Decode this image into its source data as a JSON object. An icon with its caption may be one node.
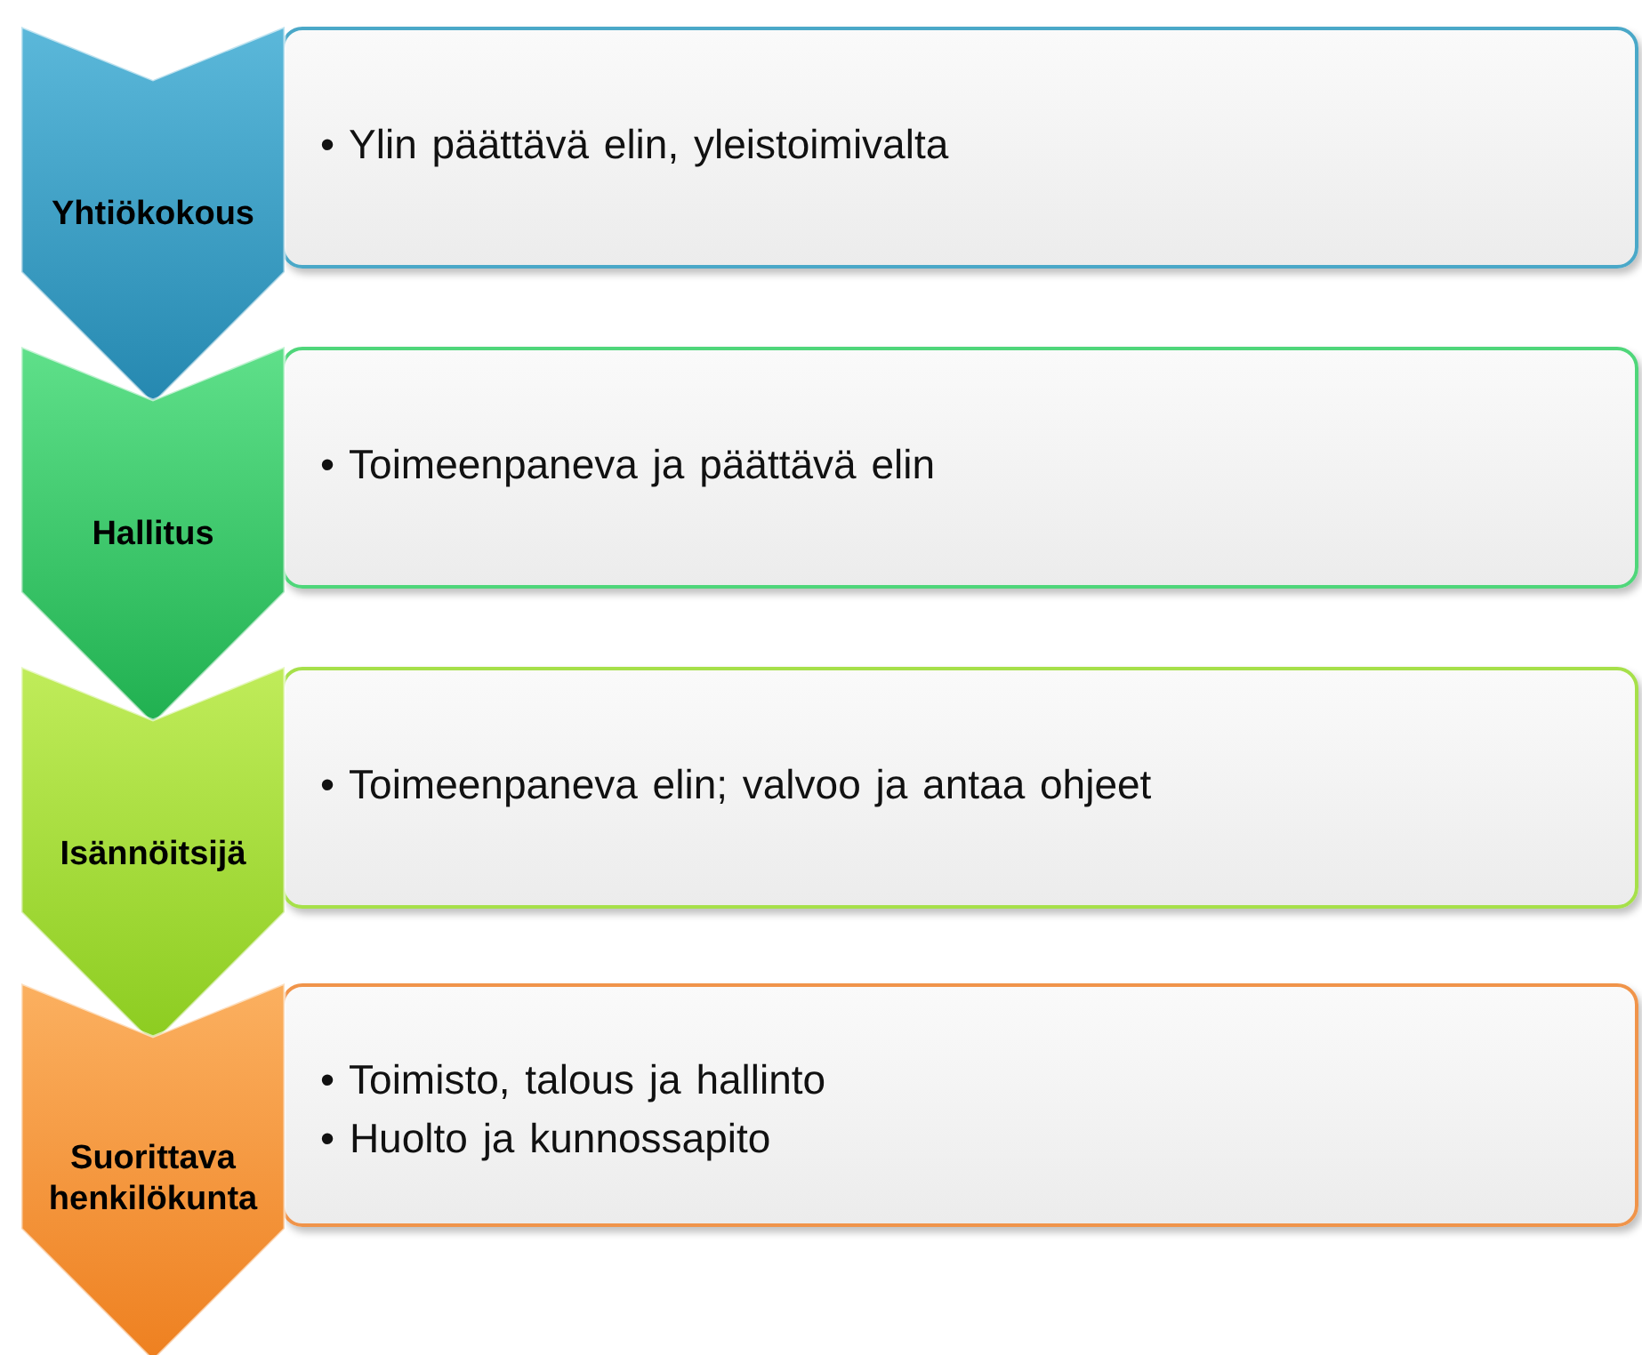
{
  "diagram": {
    "nodes": [
      {
        "text": [
          "Yhtiökokous"
        ]
      },
      {
        "text": [
          "• Ylin päättävä elin, yleistoimivalta"
        ]
      },
      {
        "text": [
          "Hallitus"
        ]
      },
      {
        "text": [
          "• Toimeenpaneva ja päättävä elin"
        ]
      },
      {
        "text": [
          "Isännöitsijä"
        ]
      },
      {
        "text": [
          "• Toimeenpaneva elin; valvoo ja antaa ohjeet"
        ]
      },
      {
        "text": [
          "Suorittava henkilökunta"
        ]
      },
      {
        "text": [
          "• Toimisto, talous ja hallinto",
          "• Huolto ja kunnossapito"
        ]
      }
    ]
  }
}
